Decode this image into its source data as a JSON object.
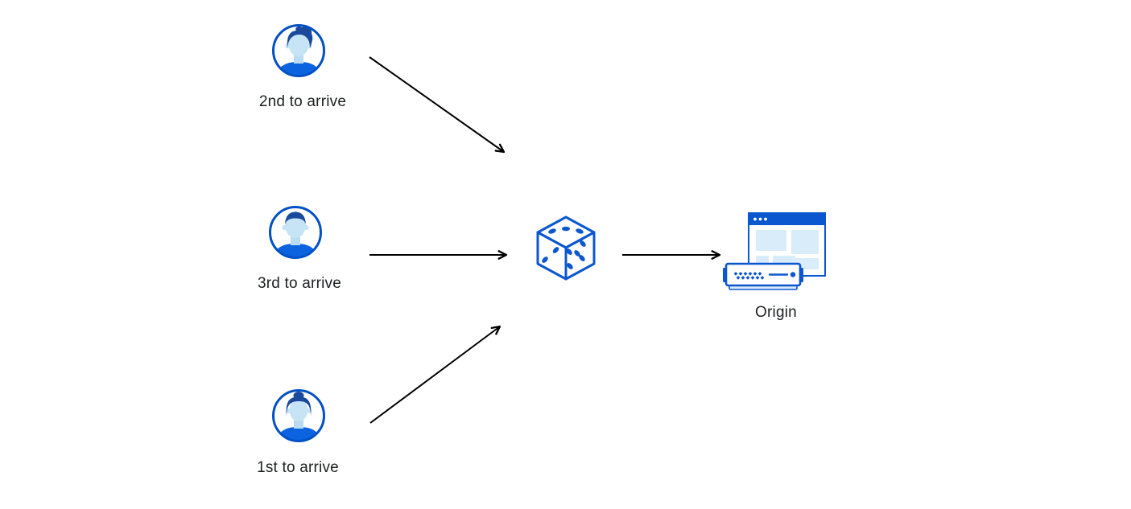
{
  "diagram": {
    "background_color": "#ffffff",
    "colors": {
      "outline_blue": "#0051c3",
      "solid_blue": "#0b57d0",
      "light_blue_fill": "#d9ecf9",
      "face_fill": "#c6e4f5",
      "hair_blue": "#1b4a9c",
      "shirt_blue": "#0c63e0",
      "arrow_color": "#000000",
      "label_color": "#1d1f20"
    },
    "users": [
      {
        "label": "2nd to arrive",
        "icon": "user-avatar-male-quiff-icon"
      },
      {
        "label": "3rd to arrive",
        "icon": "user-avatar-male-icon"
      },
      {
        "label": "1st to arrive",
        "icon": "user-avatar-female-icon"
      }
    ],
    "router": {
      "icon": "dice-icon"
    },
    "origin": {
      "label": "Origin",
      "icon": "origin-server-icon"
    },
    "arrows": [
      {
        "from": "user-2nd-to-arrive",
        "to": "dice"
      },
      {
        "from": "user-3rd-to-arrive",
        "to": "dice"
      },
      {
        "from": "user-1st-to-arrive",
        "to": "dice"
      },
      {
        "from": "dice",
        "to": "origin"
      }
    ]
  }
}
